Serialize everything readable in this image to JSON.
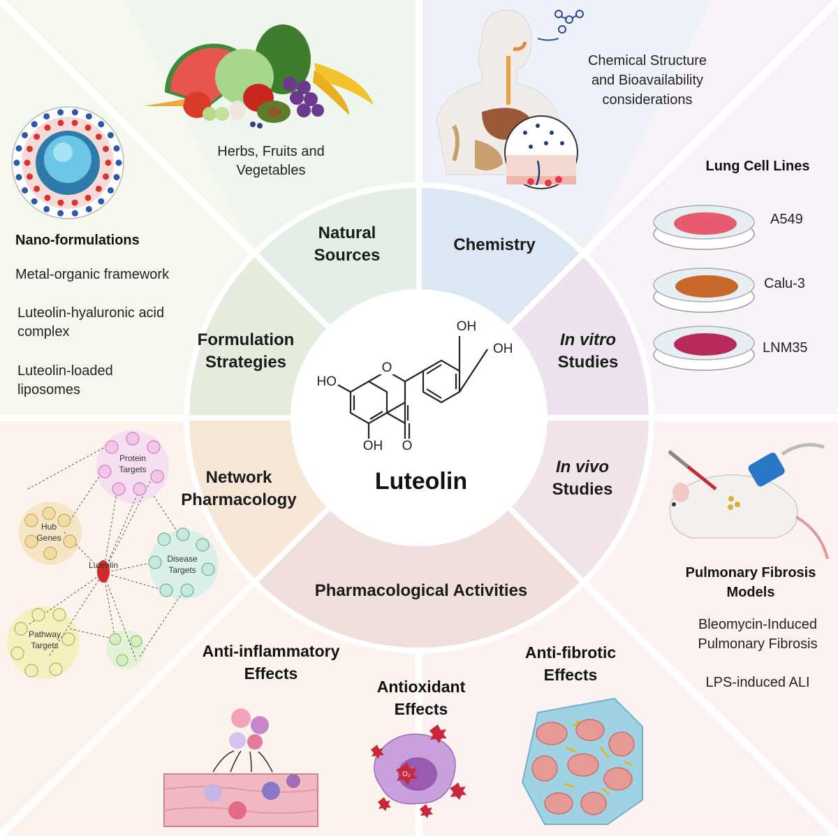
{
  "center": {
    "title": "Luteolin",
    "atoms": {
      "oh_top": "OH",
      "oh_right": "OH",
      "ho_left": "HO",
      "oh_bottom": "OH",
      "o_ring": "O",
      "o_keto": "O"
    }
  },
  "hub": {
    "natural_line1": "Natural",
    "natural_line2": "Sources",
    "chemistry": "Chemistry",
    "invitro_line1": "In vitro",
    "invitro_line2": "Studies",
    "invivo_line1": "In vivo",
    "invivo_line2": "Studies",
    "pharma": "Pharmacological Activities",
    "network_line1": "Network",
    "network_line2": "Pharmacology",
    "formulation_line1": "Formulation",
    "formulation_line2": "Strategies"
  },
  "natural_sources": {
    "line1": "Herbs, Fruits and",
    "line2": "Vegetables"
  },
  "chemistry_panel": {
    "line1": "Chemical Structure",
    "line2": "and Bioavailability",
    "line3": "considerations"
  },
  "lung_cells": {
    "title": "Lung Cell Lines",
    "lines": [
      "A549",
      "Calu-3",
      "LNM35"
    ]
  },
  "fibrosis": {
    "title_line1": "Pulmonary Fibrosis",
    "title_line2": "Models",
    "item1_line1": "Bleomycin-Induced",
    "item1_line2": "Pulmonary Fibrosis",
    "item2": "LPS-induced ALI"
  },
  "effects": {
    "anti_inflammatory_line1": "Anti-inflammatory",
    "anti_inflammatory_line2": "Effects",
    "antioxidant_line1": "Antioxidant",
    "antioxidant_line2": "Effects",
    "antifibrotic_line1": "Anti-fibrotic",
    "antifibrotic_line2": "Effects",
    "o2": "O₂"
  },
  "network": {
    "protein_line1": "Protein",
    "protein_line2": "Targets",
    "hub_line1": "Hub",
    "hub_line2": "Genes",
    "disease_line1": "Disease",
    "disease_line2": "Targets",
    "pathway_line1": "Pathway",
    "pathway_line2": "Targets",
    "center": "Luteolin"
  },
  "nano": {
    "title": "Nano-formulations",
    "item1": "Metal-organic framework",
    "item2_line1": "Luteolin-hyaluronic acid",
    "item2_line2": "complex",
    "item3_line1": "Luteolin-loaded",
    "item3_line2": "liposomes"
  },
  "colors": {
    "natural": "#e3efe6",
    "chemistry": "#dde6f3",
    "invitro": "#ede3ef",
    "invivo": "#f1e4ea",
    "pharma": "#f0dfdb",
    "network": "#f6e7d6",
    "formulation": "#e5ecdd"
  }
}
